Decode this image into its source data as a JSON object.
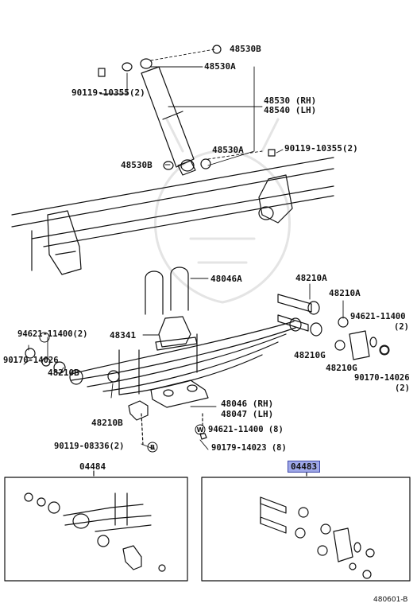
{
  "labels": {
    "p48530B_top": "48530B",
    "p48530A_top": "48530A",
    "bolt_top": "90119-10355(2)",
    "shock_rh": "48530 (RH)",
    "shock_lh": "48540 (LH)",
    "p48530A_bot": "48530A",
    "bolt_right": "90119-10355(2)",
    "p48530B_bot": "48530B",
    "ubolt": "48046A",
    "bush_a1": "48210A",
    "bush_a2": "48210A",
    "washer_right": "94621-11400",
    "washer_right_qty": "(2)",
    "washer_left": "94621-11400(2)",
    "spring": "48341",
    "bush_g1": "48210G",
    "bush_g2": "48210G",
    "nut_right": "90170-14026",
    "nut_right_qty": "(2)",
    "nut_left": "90170-14026",
    "bush_b1": "48210B",
    "bush_b2": "48210B",
    "plate_rh": "48046 (RH)",
    "plate_lh": "48047 (LH)",
    "washer_8": "94621-11400 (8)",
    "bolt_bottom": "90119-08336(2)",
    "nut_8": "90179-14023 (8)",
    "kit_left": "04484",
    "kit_right": "04483",
    "figure_id": "480601-B"
  },
  "callout_symbols": {
    "washer": "W",
    "bolt": "B"
  }
}
